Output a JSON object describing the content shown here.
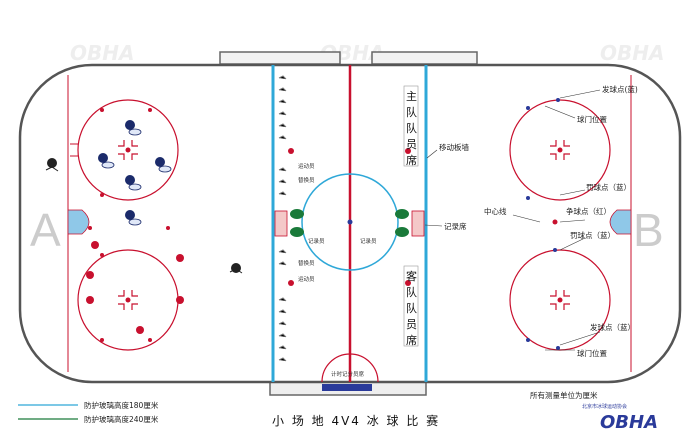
{
  "zones": {
    "left": "A",
    "right": "B"
  },
  "benches": {
    "home": [
      "主",
      "队",
      "队",
      "员",
      "席"
    ],
    "away": [
      "客",
      "队",
      "队",
      "员",
      "席"
    ]
  },
  "labels": {
    "faceoff_top_right": "发球点(蓝)",
    "goal_position_top": "球门位置",
    "mobile_board": "移动板墙",
    "penalty_spot_blue_1": "罚球点（蓝）",
    "center_line": "中心线",
    "faceoff_red": "争球点（红）",
    "penalty_spot_blue_2": "罚球点（蓝）",
    "scorer_seat": "记录席",
    "faceoff_bottom_right": "发球点（蓝）",
    "goal_position_bottom": "球门位置",
    "timing_area": "计时记分员席",
    "units_note": "所有测量单位为厘米",
    "player_small_a": "运动员",
    "player_small_b": "替换员",
    "player_small_c": "替换员",
    "player_small_d": "运动员",
    "scorer_small_a": "记录员",
    "scorer_small_b": "记录员"
  },
  "legend": [
    {
      "label": "防护玻璃高度180厘米",
      "color": "#2fa8d8"
    },
    {
      "label": "防护玻璃高度240厘米",
      "color": "#1a7a3a"
    }
  ],
  "title": "小 场 地 4V4 冰 球 比 赛",
  "logo": {
    "text": "OBHA",
    "subtitle": "北京市冰球运动协会"
  },
  "colors": {
    "red_line": "#c8102e",
    "blue_line": "#2fa8d8",
    "board": "#555555",
    "crease": "#8fc8e8",
    "home_bench": "#f4c8c8"
  }
}
